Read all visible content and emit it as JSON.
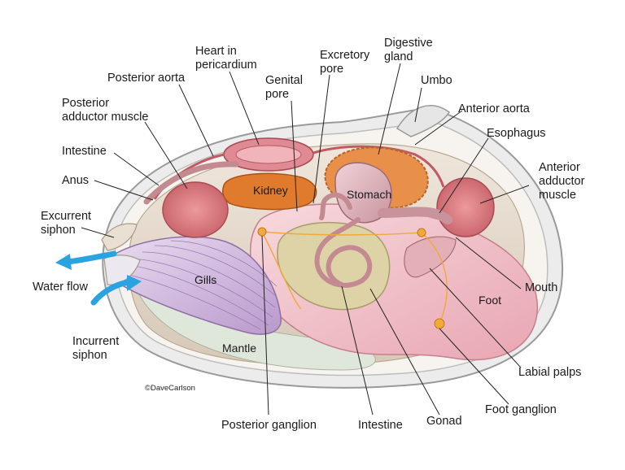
{
  "labels": {
    "heart_1": "Heart in",
    "heart_2": "pericardium",
    "digestive_1": "Digestive",
    "digestive_2": "gland",
    "excretory_1": "Excretory",
    "excretory_2": "pore",
    "posterior_aorta": "Posterior aorta",
    "genital_1": "Genital",
    "genital_2": "pore",
    "umbo": "Umbo",
    "post_adductor_1": "Posterior",
    "post_adductor_2": "adductor muscle",
    "anterior_aorta": "Anterior aorta",
    "esophagus": "Esophagus",
    "intestine_left": "Intestine",
    "ant_adductor_1": "Anterior",
    "ant_adductor_2": "adductor",
    "ant_adductor_3": "muscle",
    "anus": "Anus",
    "excurrent_1": "Excurrent",
    "excurrent_2": "siphon",
    "water_flow": "Water flow",
    "mouth": "Mouth",
    "incurrent_1": "Incurrent",
    "incurrent_2": "siphon",
    "labial_palps": "Labial palps",
    "foot_ganglion": "Foot ganglion",
    "posterior_ganglion": "Posterior ganglion",
    "intestine_bottom": "Intestine",
    "gonad": "Gonad"
  },
  "organ_labels": {
    "kidney": "Kidney",
    "stomach": "Stomach",
    "gills": "Gills",
    "foot": "Foot",
    "mantle": "Mantle"
  },
  "credit": "©DaveCarlson",
  "colors": {
    "shell": "#ececec",
    "mantle": "#e6ddd4",
    "foot": "#f2c9d0",
    "kidney": "#e07a2c",
    "digestive_gland": "#e8904a",
    "muscle": "#d9787c",
    "gills": "#d6bfe2",
    "gonad": "#ddd3a6",
    "water_arrow": "#2aa3e0",
    "ganglion": "#f0a93a"
  }
}
